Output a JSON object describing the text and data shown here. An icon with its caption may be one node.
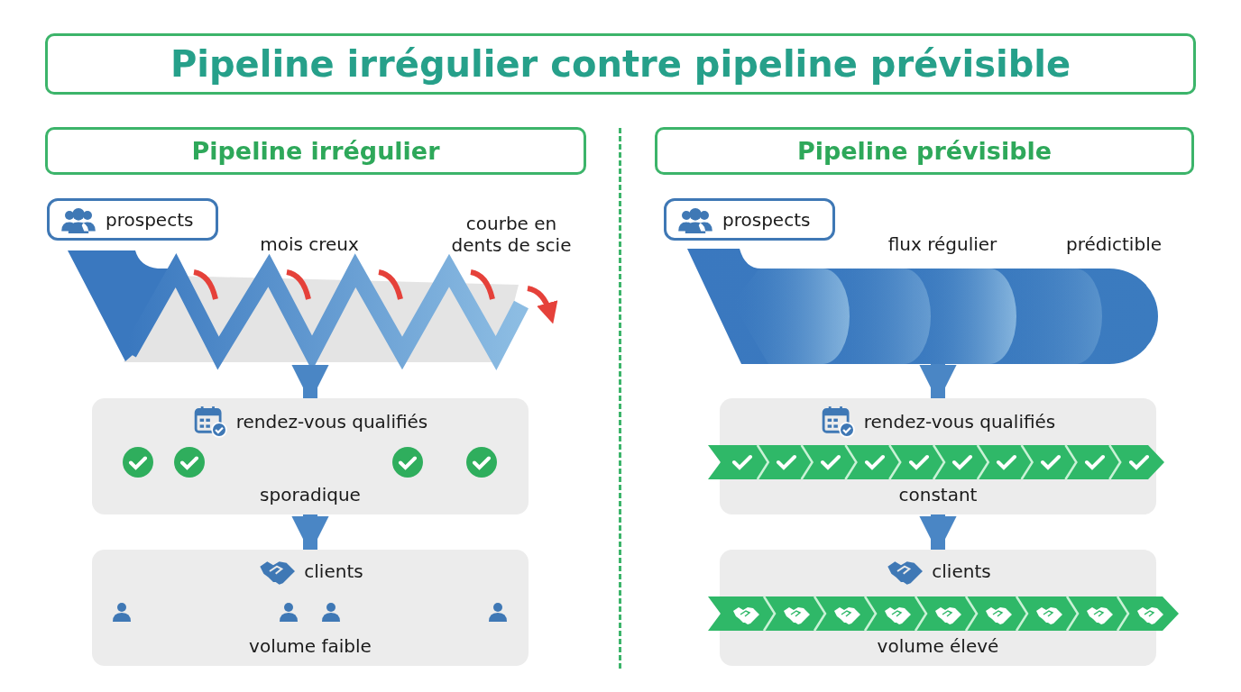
{
  "diagram": {
    "title": "Pipeline irrégulier contre pipeline prévisible",
    "nodes": [
      {
        "text": [
          "Pipeline irrégulier"
        ]
      },
      {
        "text": [
          "prospects"
        ]
      },
      {
        "text": [],
        "shape": "funnel",
        "beside": [
          "mois creux",
          "courbe en dents de scie"
        ]
      },
      {
        "text": [
          "rendez-vous qualifiés",
          "sporadique"
        ]
      },
      {
        "text": [
          "clients",
          "volume faible"
        ]
      },
      {
        "text": [
          "Pipeline prévisible"
        ]
      },
      {
        "text": [
          "prospects"
        ]
      },
      {
        "text": [],
        "shape": "funnel",
        "beside": [
          "flux régulier",
          "prédictible"
        ]
      },
      {
        "text": [
          "rendez-vous qualifiés",
          "constant"
        ]
      },
      {
        "text": [
          "clients",
          "volume élevé"
        ]
      }
    ],
    "edges": [
      {
        "from": 2,
        "to": 3,
        "arrow": "to"
      },
      {
        "from": 3,
        "to": 4,
        "arrow": "to"
      },
      {
        "from": 7,
        "to": 8,
        "arrow": "to"
      },
      {
        "from": 8,
        "to": 9,
        "arrow": "to"
      }
    ]
  }
}
